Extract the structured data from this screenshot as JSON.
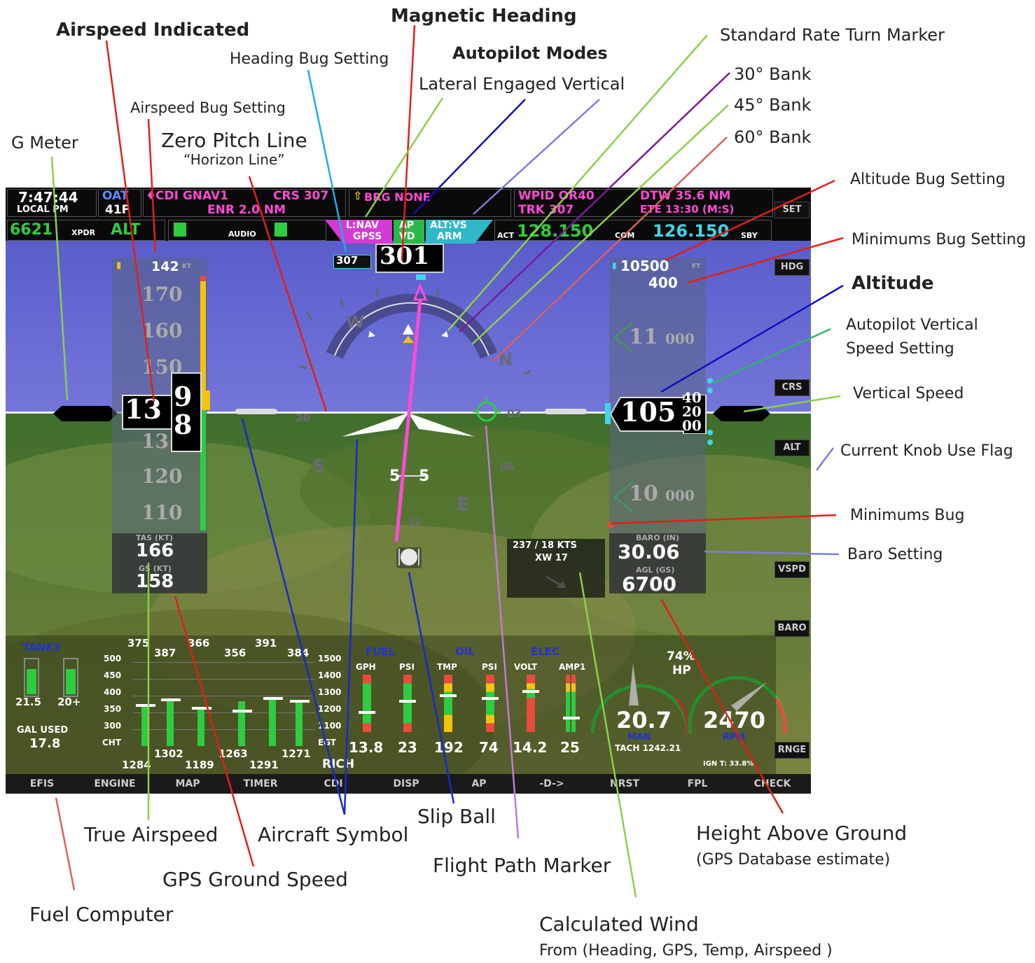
{
  "callouts": {
    "airspeed_indicated": "Airspeed Indicated",
    "magnetic_heading": "Magnetic Heading",
    "heading_bug_setting": "Heading Bug Setting",
    "autopilot_modes": "Autopilot Modes",
    "lateral_engaged_vertical": "Lateral  Engaged  Vertical",
    "standard_rate_turn_marker": "Standard Rate Turn Marker",
    "bank_30": "30° Bank",
    "bank_45": "45° Bank",
    "bank_60": "60° Bank",
    "airspeed_bug_setting": "Airspeed Bug Setting",
    "g_meter": "G Meter",
    "zero_pitch_line": "Zero Pitch Line",
    "horizon_line": "“Horizon Line”",
    "altitude_bug_setting": "Altitude Bug Setting",
    "minimums_bug_setting": "Minimums Bug Setting",
    "altitude": "Altitude",
    "ap_vs_setting_1": "Autopilot Vertical",
    "ap_vs_setting_2": "Speed Setting",
    "vertical_speed": "Vertical Speed",
    "current_knob_use_flag": "Current Knob Use Flag",
    "minimums_bug": "Minimums Bug",
    "baro_setting": "Baro Setting",
    "true_airspeed": "True Airspeed",
    "aircraft_symbol": "Aircraft Symbol",
    "slip_ball": "Slip Ball",
    "flight_path_marker": "Flight Path Marker",
    "height_above_ground": "Height Above Ground",
    "height_above_ground_sub": "(GPS Database estimate)",
    "gps_ground_speed": "GPS Ground Speed",
    "fuel_computer": "Fuel Computer",
    "calculated_wind": "Calculated Wind",
    "calculated_wind_sub": "From (Heading, GPS, Temp, Airspeed )"
  },
  "screen": {
    "time": "7:47:44",
    "time_label": "LOCAL PM",
    "oat_label": "OAT",
    "oat_value": "41F",
    "cdi_label": "CDI GNAV1",
    "crs_label": "CRS 307",
    "enr_label": "ENR 2.0 NM",
    "brg_label": "BRG NONE",
    "wpid_label": "WPID OR40",
    "trk_label": "TRK 307",
    "dtw_label": "DTW 35.6 NM",
    "ete_label": "ETE 13:30 (M:S)",
    "xpdr_code": "6621",
    "xpdr_label": "XPDR",
    "xpdr_mode": "ALT",
    "audio_label": "AUDIO",
    "ap_lateral": "L:NAV",
    "ap_lateral_sub": "GPSS",
    "ap_engaged": "AP",
    "ap_engaged_sub": "VD",
    "ap_vertical": "ALT:VS",
    "ap_vertical_sub": "ARM",
    "com_act_label": "ACT",
    "com_act": "128.150",
    "com_label": "COM",
    "com_sby": "126.150",
    "sby_label": "SBY",
    "hdg_bug": "307",
    "heading": "301",
    "asi_bug": "142",
    "asi_bug_unit": "KT",
    "asi_ticks": [
      "170",
      "160",
      "150",
      "13",
      "120",
      "110"
    ],
    "airspeed_main": "13",
    "airspeed_roll_top": "9",
    "airspeed_roll_bottom": "8",
    "tas_label": "TAS (KT)",
    "tas_value": "166",
    "gs_label": "GS (KT)",
    "gs_value": "158",
    "alt_bug": "10500",
    "alt_bug_unit": "FT",
    "min_bug": "400",
    "alt_tick_11": "11",
    "alt_tick_11_sub": "000",
    "alt_tick_10": "10",
    "alt_tick_10_sub": "000",
    "alt_main": "105",
    "alt_roll_1": "40",
    "alt_roll_2": "20",
    "alt_roll_3": "00",
    "baro_label": "BARO (IN)",
    "baro_value": "30.06",
    "agl_label": "AGL (GS)",
    "agl_value": "6700",
    "wind_text": "237 / 18 KTS",
    "wind_xw": "XW 17",
    "pitch_5a": "5",
    "pitch_5b": "5",
    "compass_w": "W",
    "compass_n": "N",
    "compass_s": "S",
    "compass_e": "E",
    "hdg_20": "20",
    "hdg_03": "03",
    "hdg_06": "06",
    "hdg_12": "12",
    "softkeys": [
      "SET",
      "HDG",
      "CRS",
      "ALT",
      "VSPD",
      "BARO",
      "RNGE"
    ],
    "bottom_buttons": [
      "EFIS",
      "ENGINE",
      "MAP",
      "TIMER",
      "CDI",
      "DISP",
      "AP",
      "-D->",
      "NRST",
      "FPL",
      "CHECK"
    ],
    "tanks_label": "TANKS",
    "tank_left": "21.5",
    "tank_right": "20+",
    "gal_used_label": "GAL USED",
    "gal_used_value": "17.8",
    "cht_scale": [
      "500",
      "450",
      "400",
      "350",
      "300",
      "CHT"
    ],
    "egt_scale": [
      "1500",
      "1400",
      "1300",
      "1200",
      "1100",
      "EGT"
    ],
    "cht_values_top": [
      "375",
      "387",
      "366",
      "356",
      "391",
      "384"
    ],
    "egt_values_bottom": [
      "1302",
      "1284",
      "1263",
      "1189",
      "1271",
      "1291"
    ],
    "mixture": "RICH",
    "fuel_label": "FUEL",
    "oil_label": "OIL",
    "elec_label": "ELEC",
    "gauge_headers": [
      "GPH",
      "PSI",
      "TMP",
      "PSI",
      "VOLT",
      "AMP1"
    ],
    "gauge_values": [
      "13.8",
      "23",
      "192",
      "74",
      "14.2",
      "25"
    ],
    "hp_percent": "74%",
    "hp_label": "HP",
    "man_value": "20.7",
    "man_label": "MAN",
    "rpm_value": "2470",
    "rpm_label": "RPM",
    "tach": "TACH 1242.21",
    "ign": "IGN T: 33.8%"
  }
}
